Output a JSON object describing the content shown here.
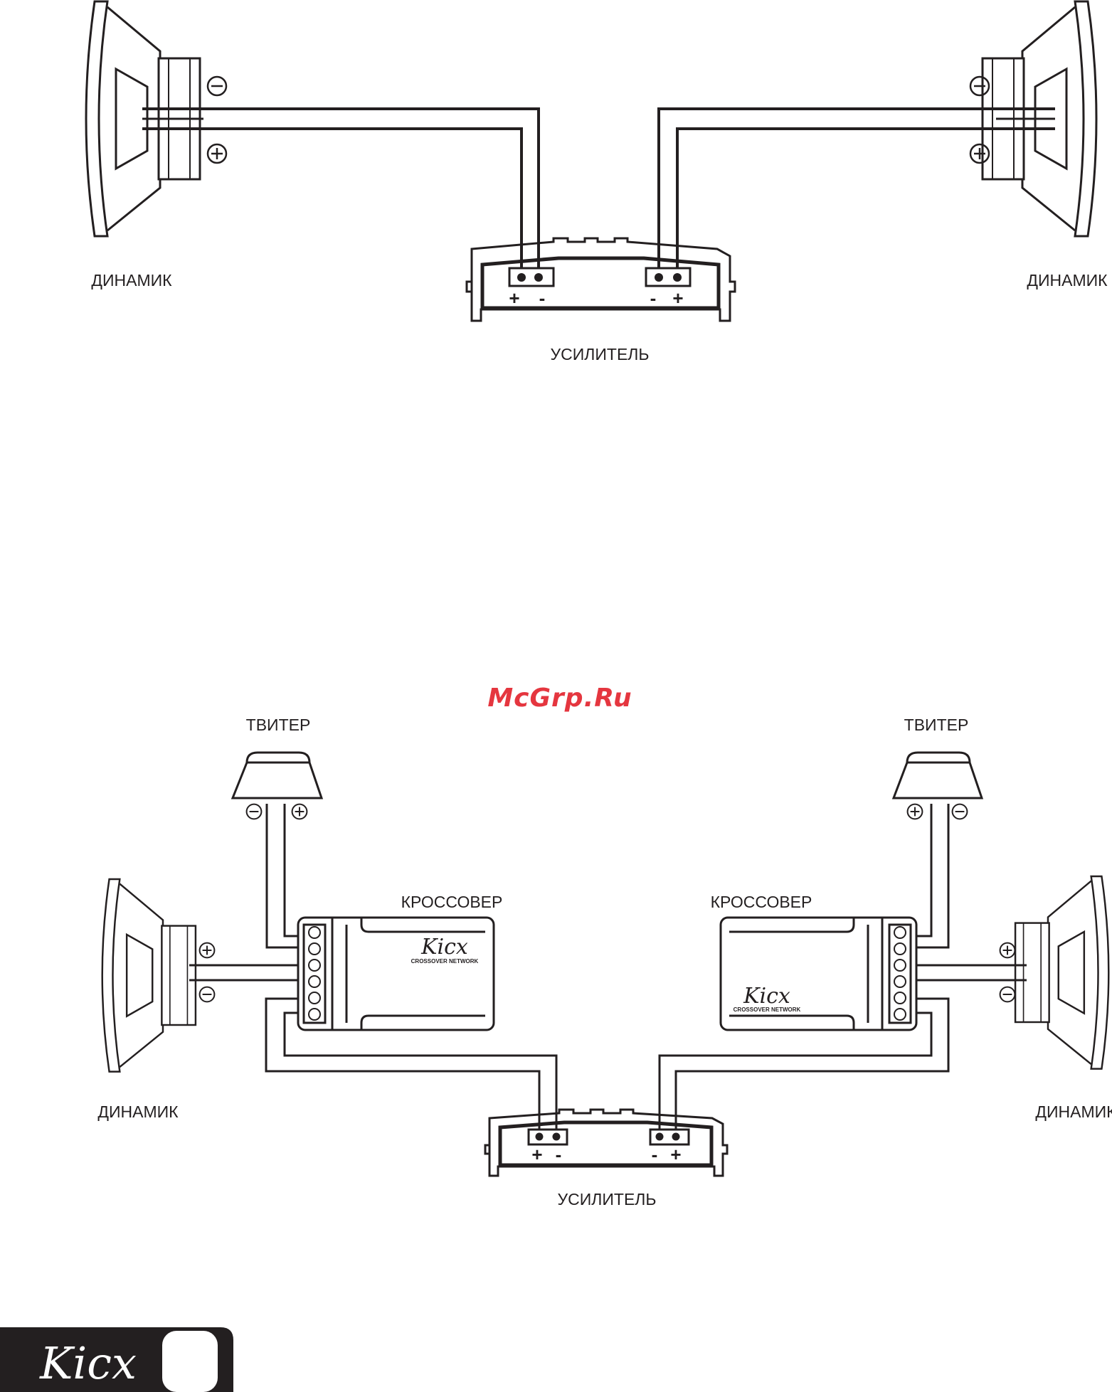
{
  "diagram1": {
    "speaker_left": "ДИНАМИК",
    "speaker_right": "ДИНАМИК",
    "amplifier": "УСИЛИТЕЛЬ"
  },
  "diagram2": {
    "tweeter_left": "ТВИТЕР",
    "tweeter_right": "ТВИТЕР",
    "crossover_left": "КРОССОВЕР",
    "crossover_right": "КРОССОВЕР",
    "crossover_brand": "Kicx",
    "crossover_sub": "CROSSOVER NETWORK",
    "speaker_left": "ДИНАМИК",
    "speaker_right": "ДИНАМИК",
    "amplifier": "УСИЛИТЕЛЬ"
  },
  "polarity": {
    "plus": "+",
    "minus": "-"
  },
  "watermark": "McGrp.Ru",
  "footer": {
    "logo": "Kicx"
  },
  "colors": {
    "line": "#231f20",
    "watermark": "#e5363f",
    "background": "#ffffff"
  }
}
